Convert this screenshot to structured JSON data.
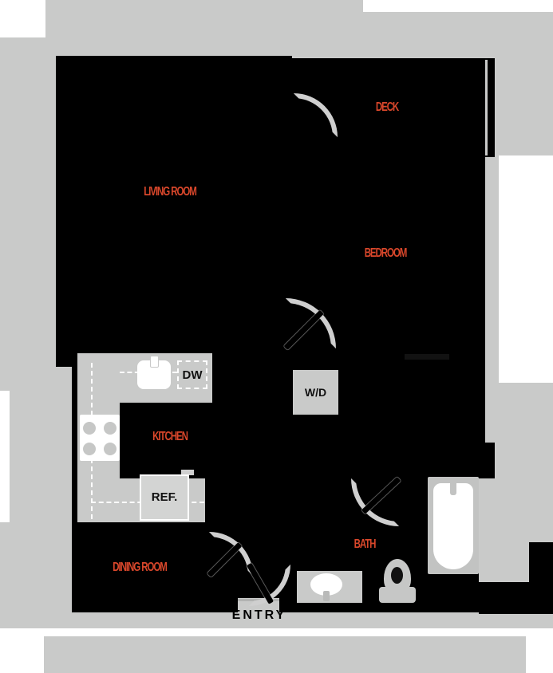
{
  "rooms": {
    "living_room": "LIVING ROOM",
    "deck": "DECK",
    "bedroom": "BEDROOM",
    "kitchen": "KITCHEN",
    "dining_room": "DINING ROOM",
    "bath": "BATH"
  },
  "appliances": {
    "dishwasher": "DW",
    "refrigerator": "REF.",
    "washer_dryer": "W/D"
  },
  "entry": "ENTRY",
  "colors": {
    "background": "#c9cac9",
    "floor": "#000000",
    "room_label": "#d9472b",
    "fixture_white": "#ffffff",
    "door_arc": "#cfcfcf"
  }
}
